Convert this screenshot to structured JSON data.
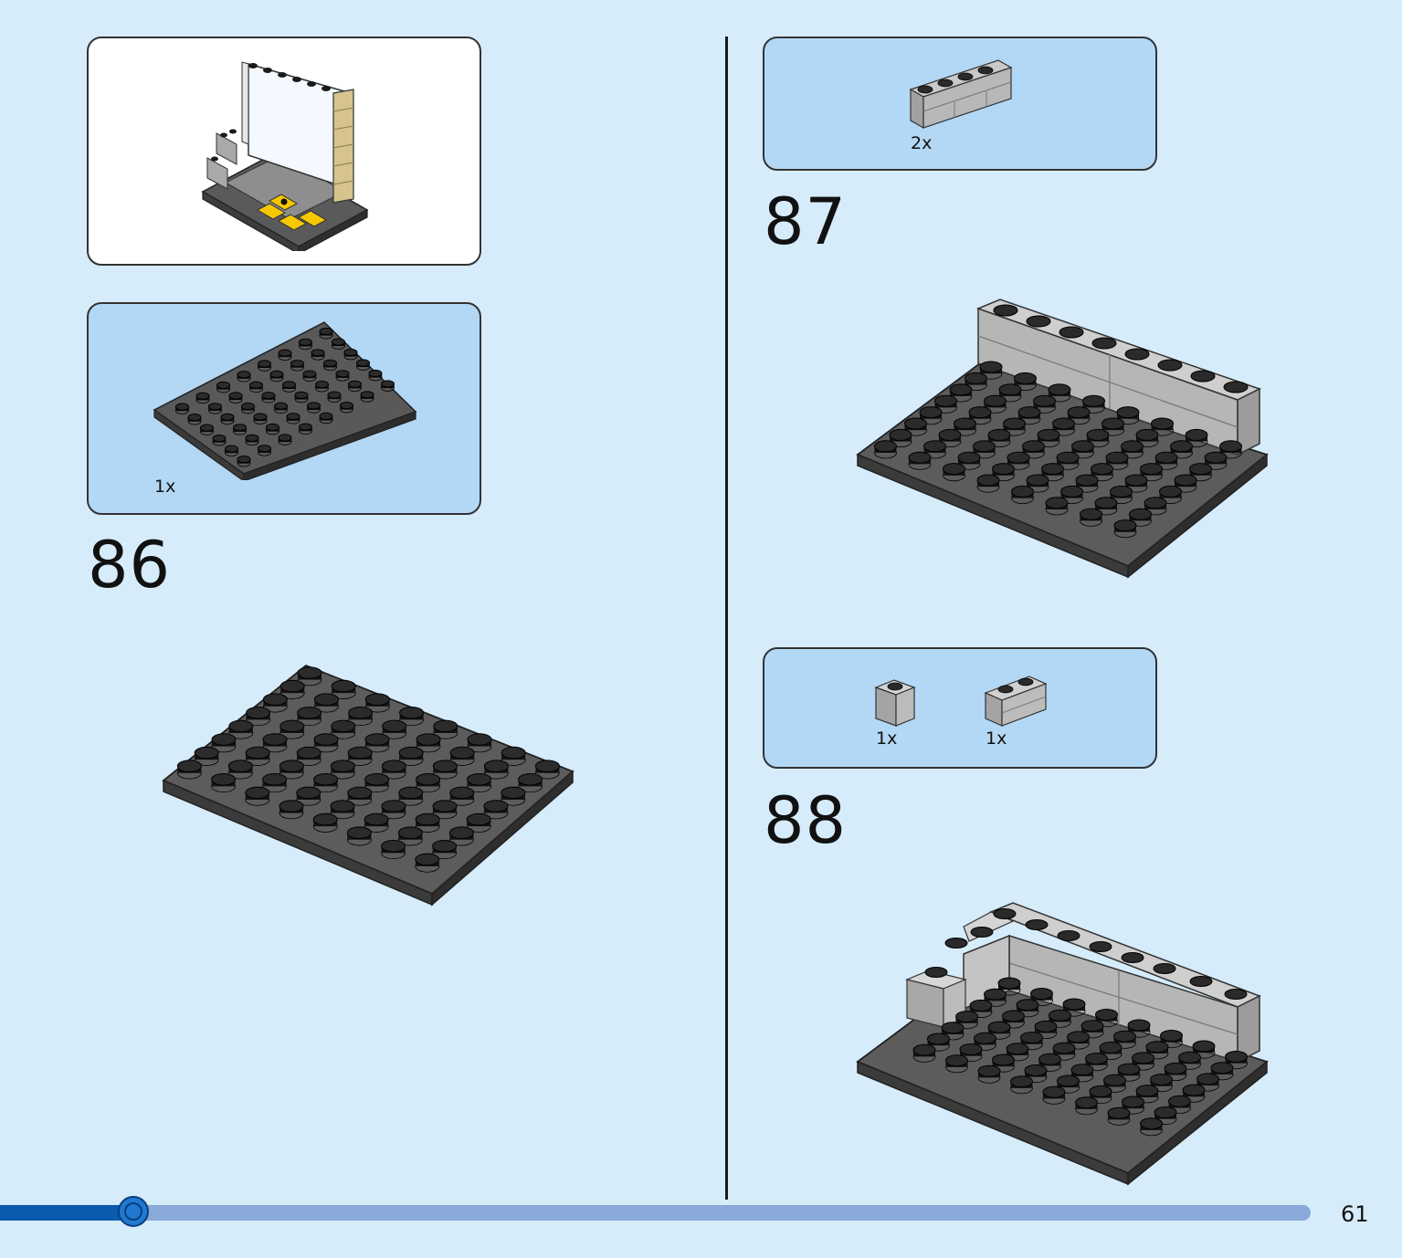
{
  "step_86": {
    "number": "86",
    "preview_label": "finished-model-preview",
    "parts": [
      {
        "qty": "1x",
        "part": "dark grey plate 6x8"
      }
    ]
  },
  "step_87": {
    "number": "87",
    "parts": [
      {
        "qty": "2x",
        "part": "light grey brick 1x4 masonry"
      }
    ]
  },
  "step_88": {
    "number": "88",
    "parts": [
      {
        "qty": "1x",
        "part": "light grey brick 1x1"
      },
      {
        "qty": "1x",
        "part": "light grey brick 1x2 masonry"
      }
    ]
  },
  "footer": {
    "page_number": "61",
    "progress": 0.102
  },
  "colors": {
    "page_bg": "#d6ecfb",
    "parts_panel": "#b3d8f5",
    "plate_dark_grey": "#4a4a4a",
    "brick_light_grey": "#b5b5b5",
    "accent_yellow": "#f5c800",
    "progress_fill": "#0a5aad",
    "progress_track": "#88a9da"
  }
}
